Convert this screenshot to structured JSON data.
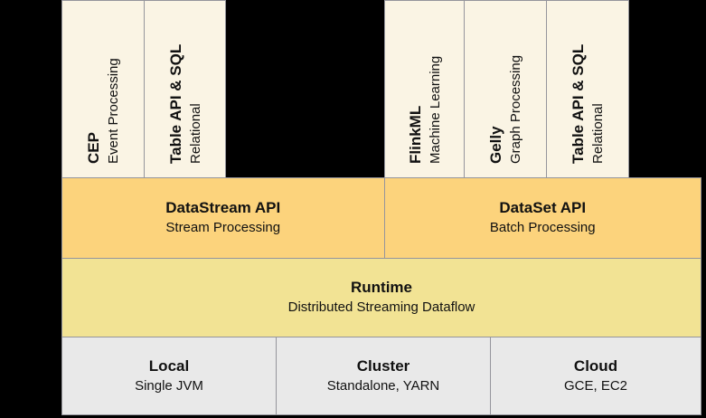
{
  "colors": {
    "background": "#000000",
    "library_box": "#faf4e4",
    "api_box": "#fcd37c",
    "runtime_box": "#f2e394",
    "deploy_box": "#e9e9e9",
    "border": "#95959c",
    "text": "#111111"
  },
  "libraries": {
    "stream": [
      {
        "title": "CEP",
        "subtitle": "Event Processing"
      },
      {
        "title": "Table API & SQL",
        "subtitle": "Relational"
      }
    ],
    "batch": [
      {
        "title": "FlinkML",
        "subtitle": "Machine Learning"
      },
      {
        "title": "Gelly",
        "subtitle": "Graph Processing"
      },
      {
        "title": "Table API & SQL",
        "subtitle": "Relational"
      }
    ]
  },
  "apis": [
    {
      "title": "DataStream API",
      "subtitle": "Stream Processing"
    },
    {
      "title": "DataSet API",
      "subtitle": "Batch Processing"
    }
  ],
  "runtime": {
    "title": "Runtime",
    "subtitle": "Distributed Streaming Dataflow"
  },
  "deployment": [
    {
      "title": "Local",
      "subtitle": "Single JVM"
    },
    {
      "title": "Cluster",
      "subtitle": "Standalone, YARN"
    },
    {
      "title": "Cloud",
      "subtitle": "GCE, EC2"
    }
  ]
}
